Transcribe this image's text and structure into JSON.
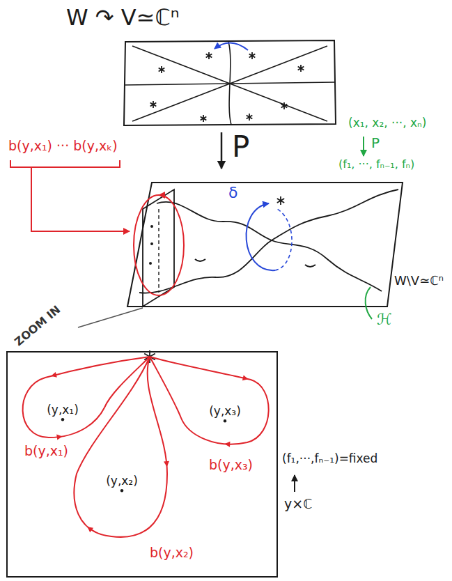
{
  "diagram": {
    "nodes": [
      {
        "text": [
          "(y,x₁)"
        ]
      },
      {
        "text": [
          "(y,x₂)"
        ]
      },
      {
        "text": [
          "(y,x₃)"
        ]
      }
    ],
    "labels": [
      "W ↷ V≃ℂⁿ",
      "P",
      "(x₁, x₂, ···, xₙ)",
      "P",
      "(f₁, ···, fₙ₋₁, fₙ)",
      "b(y,x₁) ··· b(y,xₖ)",
      "δ",
      "W\\V≃ℂⁿ",
      "ℋ",
      "ZOOM IN",
      "b(y,x₁)",
      "b(y,x₂)",
      "b(y,x₃)",
      "(f₁,···,fₙ₋₁)=fixed",
      "y×ℂ"
    ]
  }
}
